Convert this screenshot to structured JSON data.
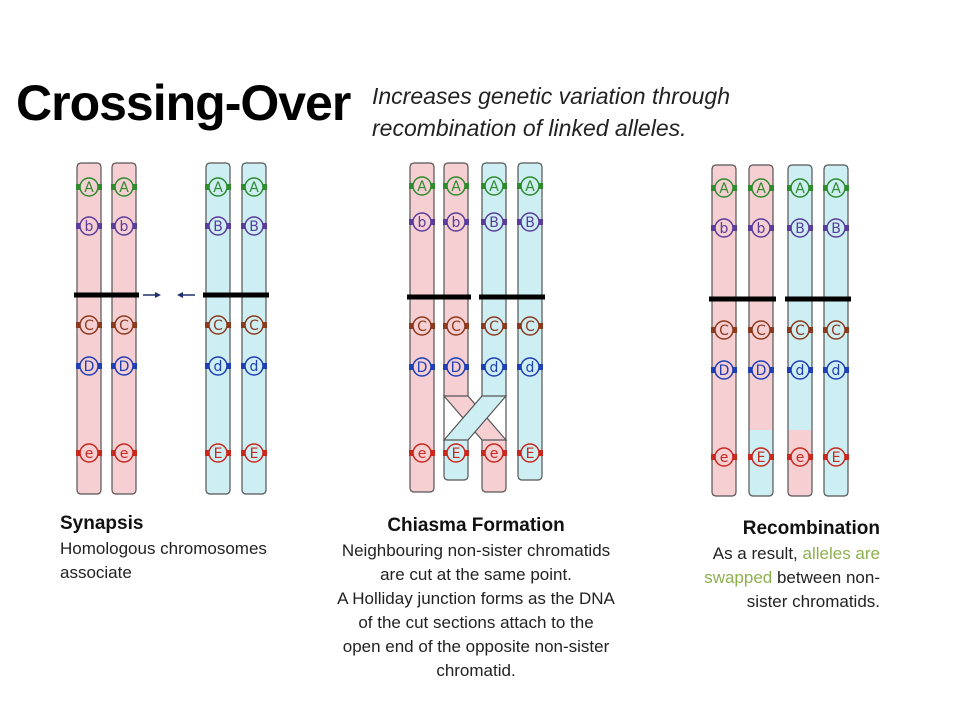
{
  "title": "Crossing-Over",
  "subtitle": {
    "line1": "Increases genetic variation through",
    "line2": "recombination of linked alleles."
  },
  "colors": {
    "maternal": "#f5cfd2",
    "paternal": "#cdeef2",
    "outline": "#555555",
    "centromere": "#000000",
    "highlight": "#8db04f",
    "allele_green": "#2e8b2e",
    "allele_purple": "#5a3c9c",
    "allele_brown": "#8b3a1e",
    "allele_blue": "#1f3fb5",
    "allele_red": "#c8281e"
  },
  "panels": {
    "synapsis": {
      "label": "Synapsis",
      "text": [
        "Homologous chromosomes",
        "associate"
      ],
      "chromatids": [
        [
          "A",
          "b",
          "C",
          "D",
          "e"
        ],
        [
          "A",
          "b",
          "C",
          "D",
          "e"
        ],
        [
          "A",
          "B",
          "C",
          "d",
          "E"
        ],
        [
          "A",
          "B",
          "C",
          "d",
          "E"
        ]
      ]
    },
    "chiasma": {
      "label": "Chiasma Formation",
      "text": [
        "Neighbouring non-sister chromatids",
        "are cut at the same point.",
        "A Holliday junction forms as the DNA",
        "of the cut sections attach to the",
        "open end of the opposite non-sister",
        "chromatid."
      ],
      "chromatids": [
        [
          "A",
          "b",
          "C",
          "D",
          "e"
        ],
        [
          "A",
          "b",
          "C",
          "D",
          "E"
        ],
        [
          "A",
          "B",
          "C",
          "d",
          "e"
        ],
        [
          "A",
          "B",
          "C",
          "d",
          "E"
        ]
      ]
    },
    "recombination": {
      "label": "Recombination",
      "text_before": "As a result, ",
      "text_highlight_1": "alleles are",
      "text_highlight_2": "swapped",
      "text_after_1": " between non-",
      "text_after_2": "sister chromatids.",
      "chromatids": [
        [
          "A",
          "b",
          "C",
          "D",
          "e"
        ],
        [
          "A",
          "b",
          "C",
          "D",
          "E"
        ],
        [
          "A",
          "B",
          "C",
          "d",
          "e"
        ],
        [
          "A",
          "B",
          "C",
          "d",
          "E"
        ]
      ]
    }
  }
}
